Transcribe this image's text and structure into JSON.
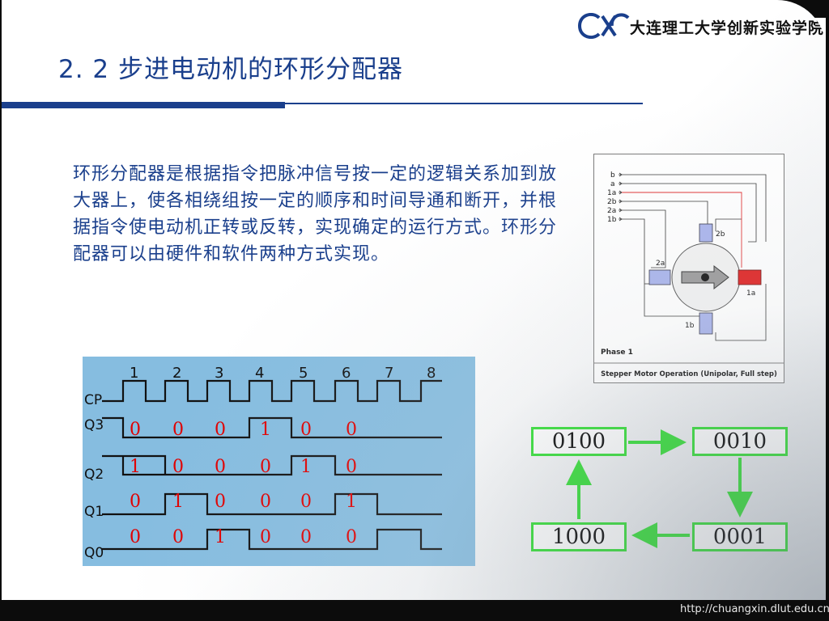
{
  "header": {
    "brand_name": "大连理工大学创新实验学院"
  },
  "slide": {
    "title": "2. 2  步进电动机的环形分配器",
    "body": "环形分配器是根据指令把脉冲信号按一定的逻辑关系加到放大器上，使各相绕组按一定的顺序和时间导通和断开，并根据指令使电动机正转或反转，实现确定的运行方式。环形分配器可以由硬件和软件两种方式实现。"
  },
  "motor_figure": {
    "inputs": [
      "b",
      "a",
      "1a",
      "2b",
      "2a",
      "1b"
    ],
    "coils": [
      "2b",
      "2a",
      "1a",
      "1b"
    ],
    "phase_label": "Phase 1",
    "caption": "Stepper Motor Operation (Unipolar, Full step)"
  },
  "timing_diagram": {
    "pulse_numbers": [
      "1",
      "2",
      "3",
      "4",
      "5",
      "6",
      "7",
      "8"
    ],
    "signals": [
      {
        "label": "CP",
        "values": []
      },
      {
        "label": "Q3",
        "values": [
          "0",
          "0",
          "0",
          "1",
          "0",
          "0"
        ]
      },
      {
        "label": "Q2",
        "values": [
          "1",
          "0",
          "0",
          "0",
          "1",
          "0"
        ]
      },
      {
        "label": "Q1",
        "values": [
          "0",
          "1",
          "0",
          "0",
          "0",
          "1"
        ]
      },
      {
        "label": "Q0",
        "values": [
          "0",
          "0",
          "1",
          "0",
          "0",
          "0"
        ]
      }
    ]
  },
  "state_diagram": {
    "states": [
      "0100",
      "0010",
      "0001",
      "1000"
    ],
    "colors": {
      "box": "#2ee030",
      "arrow": "#2ee030"
    }
  },
  "footer": {
    "url": "http://chuangxin.dlut.edu.cn"
  },
  "colors": {
    "title": "#1a3f8c",
    "values": "#e00000",
    "timing_bg": "#86bde0"
  }
}
